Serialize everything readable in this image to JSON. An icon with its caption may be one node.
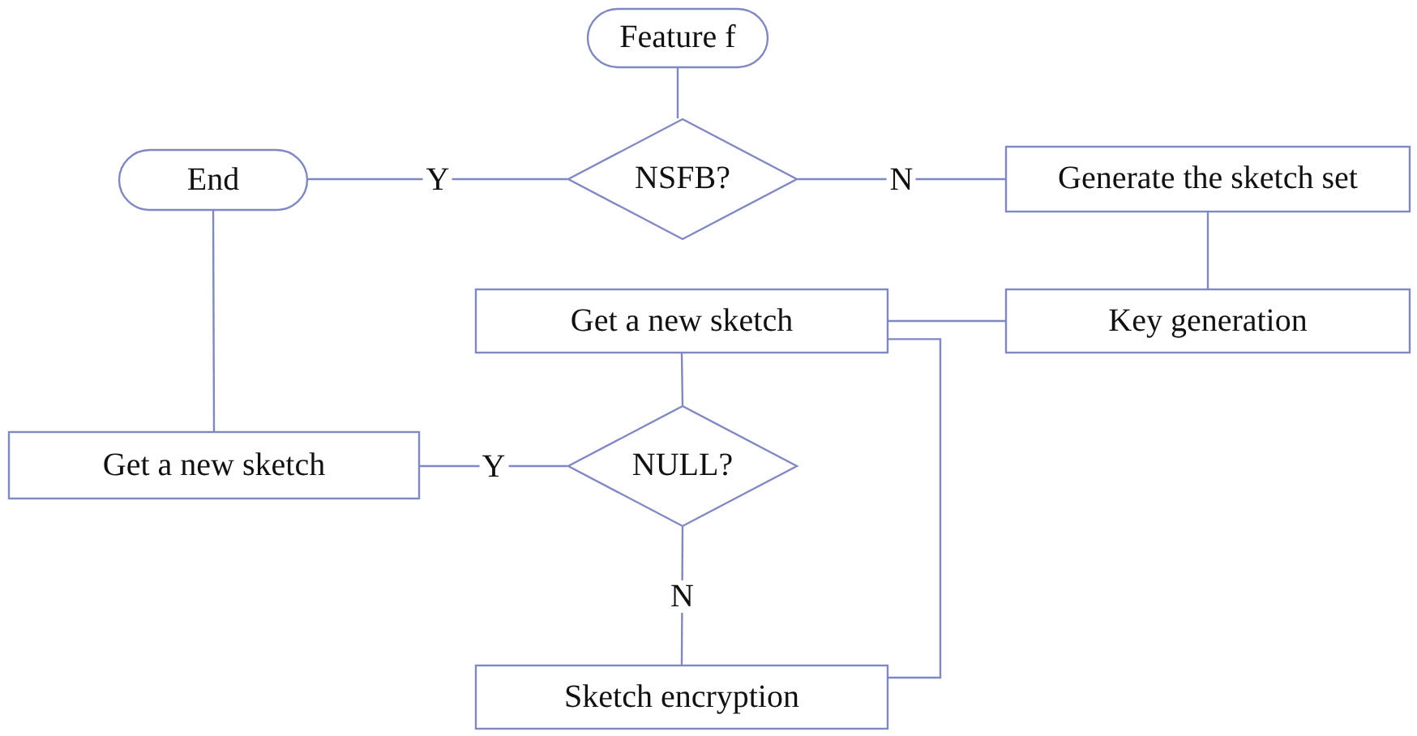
{
  "diagram": {
    "nodes": [
      {
        "text": [
          "Feature f"
        ]
      },
      {
        "text": [
          "NSFB?"
        ]
      },
      {
        "text": [
          "End"
        ]
      },
      {
        "text": [
          "Generate the sketch set"
        ]
      },
      {
        "text": [
          "Get a new sketch"
        ]
      },
      {
        "text": [
          "Key generation"
        ]
      },
      {
        "text": [
          "Get a new sketch"
        ]
      },
      {
        "text": [
          "NULL?"
        ]
      },
      {
        "text": [
          "Sketch encryption"
        ]
      }
    ],
    "edges": [
      {
        "from": 0,
        "to": 1,
        "arrow": "none"
      },
      {
        "from": 1,
        "to": 2,
        "arrow": "none",
        "label": "Y"
      },
      {
        "from": 1,
        "to": 3,
        "arrow": "none",
        "label": "N"
      },
      {
        "from": 3,
        "to": 5,
        "arrow": "none"
      },
      {
        "from": 5,
        "to": 4,
        "arrow": "none"
      },
      {
        "from": 4,
        "to": 7,
        "arrow": "none"
      },
      {
        "from": 7,
        "to": 6,
        "arrow": "none",
        "label": "Y"
      },
      {
        "from": 7,
        "to": 8,
        "arrow": "none",
        "label": "N"
      },
      {
        "from": 8,
        "to": 4,
        "arrow": "none"
      },
      {
        "from": 2,
        "to": 6,
        "arrow": "none"
      }
    ]
  }
}
